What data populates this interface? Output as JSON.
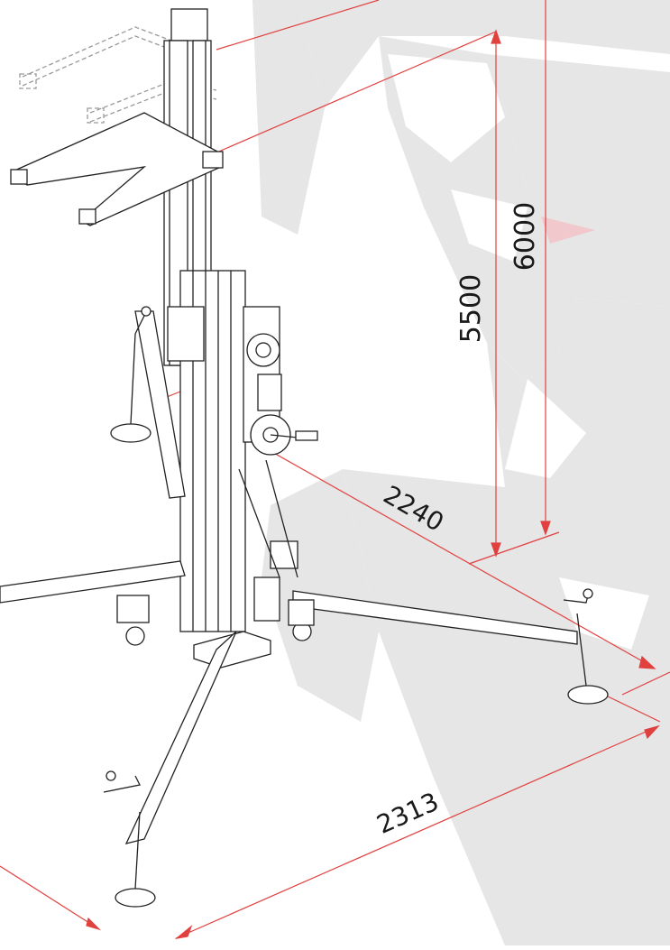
{
  "dimensions": {
    "height_min": "5500",
    "height_max": "6000",
    "depth": "2240",
    "width": "2313"
  },
  "colors": {
    "background": "#ffffff",
    "watermark": "#e7e7e7",
    "watermark_accent": "#f1c9cc",
    "dimension_line": "#e0413f",
    "drawing": "#222222"
  }
}
